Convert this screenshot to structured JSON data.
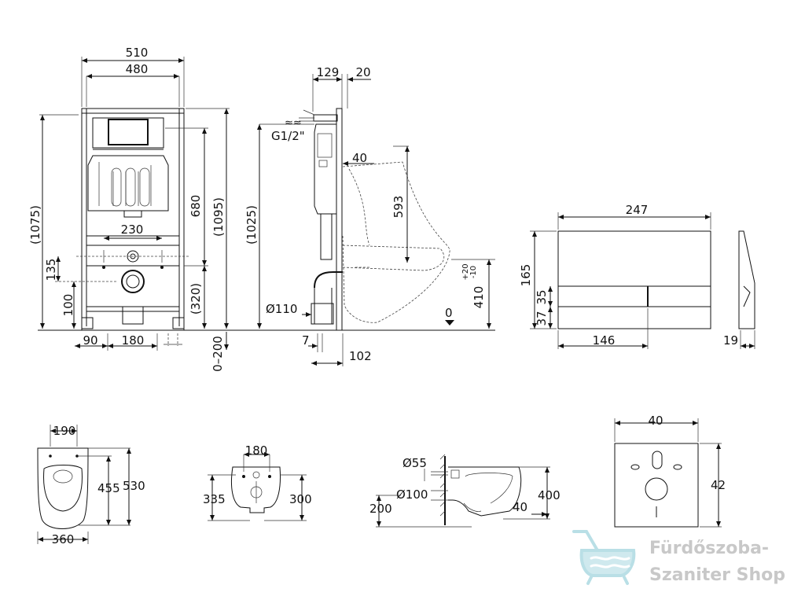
{
  "frame_front": {
    "w510": "510",
    "w480": "480",
    "w230": "230",
    "h1075": "(1075)",
    "h680": "680",
    "h1095": "(1095)",
    "h135": "135",
    "h100": "100",
    "h320": "(320)",
    "b90": "90",
    "b180": "180",
    "b0_200": "0–200"
  },
  "frame_side": {
    "d129": "129",
    "d20": "20",
    "g12": "G1/2\"",
    "d40": "40",
    "h1025": "(1025)",
    "h593": "593",
    "d110": "Ø110",
    "d7": "7",
    "d102": "102",
    "zero": "0",
    "h410": "410",
    "tol_plus": "+20",
    "tol_minus": "-10"
  },
  "plate": {
    "w247": "247",
    "h165": "165",
    "h35": "35",
    "h37": "37",
    "w146": "146",
    "d19": "19"
  },
  "bowl_top": {
    "w190": "190",
    "h455": "455",
    "h530": "530",
    "w360": "360"
  },
  "bowl_back": {
    "w180": "180",
    "h335": "335",
    "h300": "300"
  },
  "bowl_side": {
    "d55": "Ø55",
    "d100": "Ø100",
    "h200": "200",
    "h400": "400",
    "d40": "40"
  },
  "mat": {
    "w40": "40",
    "h42": "42"
  },
  "logo": {
    "line1": "Fürdőszoba-",
    "line2": "Szaniter Shop",
    "color": "#b9dfe6"
  }
}
